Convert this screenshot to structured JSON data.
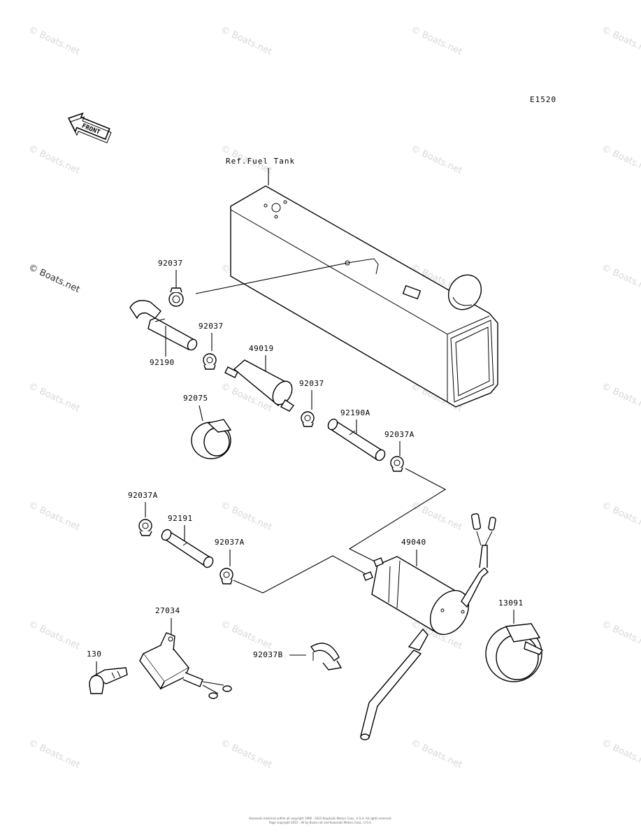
{
  "diagram_code": "E1520",
  "front_label": "FRONT",
  "ref_label": "Ref.Fuel Tank",
  "watermark": "© Boats.net",
  "parts": {
    "p92037_a": "92037",
    "p92037_b": "92037",
    "p92037_c": "92037",
    "p92190": "92190",
    "p49019": "49019",
    "p92075": "92075",
    "p92190A": "92190A",
    "p92037A_a": "92037A",
    "p92037A_b": "92037A",
    "p92037A_c": "92037A",
    "p92191": "92191",
    "p49040": "49040",
    "p13091": "13091",
    "p27034": "27034",
    "p130": "130",
    "p92037B": "92037B"
  },
  "footer": {
    "line1": "Kawasaki materials within all copyright 1996 - 2015 Kawasaki Motors Corp., U.S.A. All rights reserved.",
    "line2": "Page copyright 2015 - All by Boats.net and Kawasaki Motors Corp., U.S.A."
  }
}
